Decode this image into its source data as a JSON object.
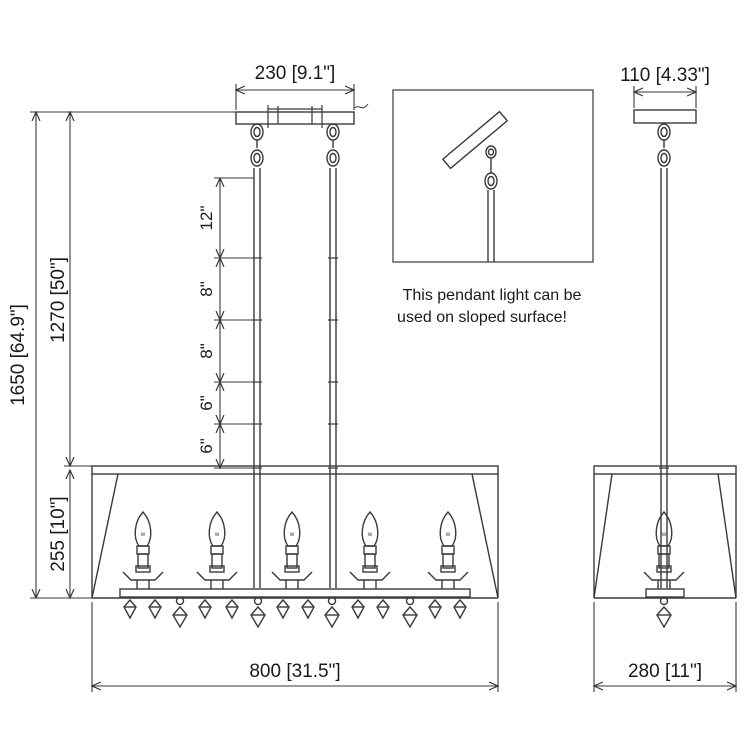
{
  "dimensions": {
    "canopy_width": "230 [9.1\"]",
    "canopy_depth": "110 [4.33\"]",
    "overall_height": "1650 [64.9\"]",
    "rod_length": "1270 [50\"]",
    "body_height": "255 [10\"]",
    "body_length": "800 [31.5\"]",
    "body_width": "280 [11\"]"
  },
  "rod_segments": [
    "12\"",
    "8\"",
    "8\"",
    "6\"",
    "6\""
  ],
  "sloped_note": {
    "line1": "This pendant light can be",
    "line2": "used on sloped surface!"
  },
  "candle_count": 5,
  "colors": {
    "line": "#3a3a3a",
    "text": "#1a1a1a",
    "background": "#ffffff"
  }
}
